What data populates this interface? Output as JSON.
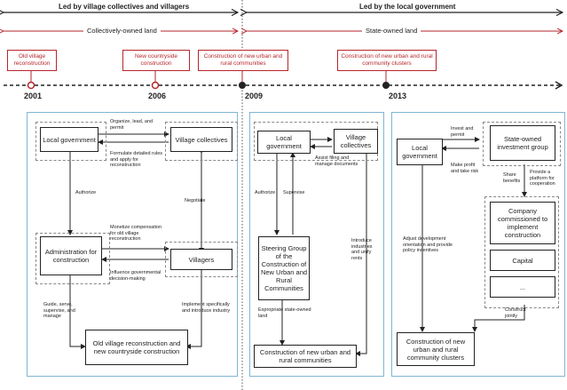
{
  "header": {
    "left_title": "Led by village collectives and villagers",
    "right_title": "Led by the local government",
    "left_land": "Collectively-owned land",
    "right_land": "State-owned land"
  },
  "stage_tags": [
    "Old village reconstruction",
    "New countryside construction",
    "Construction of new urban and rural communities",
    "Construction of new urban and rural community clusters"
  ],
  "years": [
    "2001",
    "2006",
    "2009",
    "2013"
  ],
  "panel1": {
    "local_government": "Local government",
    "village_collectives": "Village collectives",
    "administration": "Administration for construction",
    "villagers": "Villagers",
    "outcome": "Old village reconstruction and new countryside construction",
    "lbl_organize": "Organize, lead, and permit",
    "lbl_formulate": "Formulate detailed rules and apply for reconstruction",
    "lbl_authorize": "Authorize",
    "lbl_negotiate": "Negotiate",
    "lbl_monetize": "Monetize compensation for old village reconstruction",
    "lbl_influence": "Influence governmental decision-making",
    "lbl_guide": "Guide, serve, supervise, and manage",
    "lbl_implement": "Implement specifically and introduce industry"
  },
  "panel2": {
    "local_government": "Local government",
    "village_collectives": "Village collectives",
    "steering": "Steering Group of the Construction of New Urban and Rural Communities",
    "outcome": "Construction of new urban and rural communities",
    "lbl_assist": "Assist filing and manage documents",
    "lbl_authorize": "Authorize",
    "lbl_supervise": "Supervise",
    "lbl_introduce": "Introduce industries and unify rents",
    "lbl_expropriate": "Expropriate state-owned land"
  },
  "panel3": {
    "local_government": "Local government",
    "investment_group": "State-owned investment group",
    "company": "Company commissioned to implement construction",
    "capital": "Capital",
    "ellipsis": "...",
    "outcome": "Construction of new urban and rural community clusters",
    "lbl_invest": "Invest and permit",
    "lbl_profit": "Make profit and take risk",
    "lbl_share": "Share benefits",
    "lbl_platform": "Provide a platform for cooperation",
    "lbl_adjust": "Adjust development orientation and provide policy incentives",
    "lbl_construct": "Construct jointly"
  },
  "colors": {
    "accent": "#b6262b",
    "panel_border": "#7fb6d6",
    "line": "#222222"
  }
}
